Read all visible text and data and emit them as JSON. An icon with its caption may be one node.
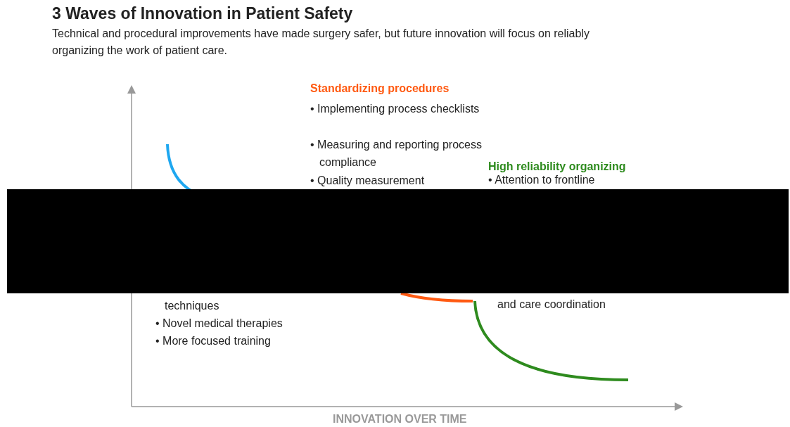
{
  "diagram": {
    "title": "3 Waves of Innovation in Patient Safety",
    "caption": "Technical and procedural improvements have made surgery safer, but future innovation will focus on reliably organizing the work of patient care.",
    "labels": [
      "Standardizing procedures",
      "• Implementing process checklists",
      "• Measuring and reporting process compliance",
      "• Quality measurement",
      "High reliability organizing",
      "• Attention to frontline",
      "techniques",
      "and care coordination",
      "• Novel medical therapies",
      "• More focused training",
      "INNOVATION OVER TIME"
    ]
  }
}
